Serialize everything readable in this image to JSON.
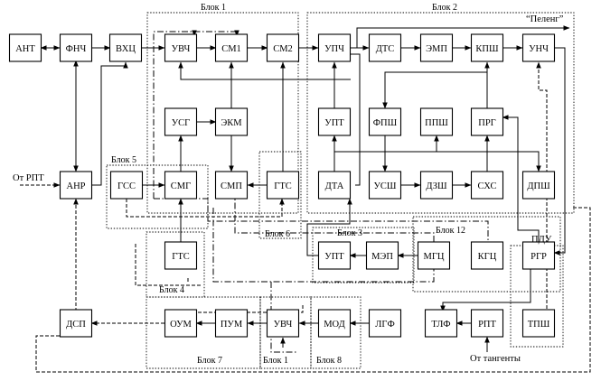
{
  "groups": [
    {
      "id": "b1",
      "label": "Блок 1"
    },
    {
      "id": "b2",
      "label": "Блок 2"
    },
    {
      "id": "b3",
      "label": "Блок 3"
    },
    {
      "id": "b4",
      "label": "Блок 4"
    },
    {
      "id": "b5",
      "label": "Блок 5"
    },
    {
      "id": "b6",
      "label": "Блок 6"
    },
    {
      "id": "b7",
      "label": "Блок 7"
    },
    {
      "id": "b1b",
      "label": "Блок 1"
    },
    {
      "id": "b8",
      "label": "Блок 8"
    },
    {
      "id": "b12",
      "label": "Блок 12"
    }
  ],
  "blocks": [
    {
      "id": "ant",
      "label": "АНТ"
    },
    {
      "id": "fnch",
      "label": "ФНЧ"
    },
    {
      "id": "vhc",
      "label": "ВХЦ"
    },
    {
      "id": "uvch1",
      "label": "УВЧ"
    },
    {
      "id": "sm1",
      "label": "СМ1"
    },
    {
      "id": "sm2",
      "label": "СМ2"
    },
    {
      "id": "upch",
      "label": "УПЧ"
    },
    {
      "id": "dts",
      "label": "ДТС"
    },
    {
      "id": "emp",
      "label": "ЭМП"
    },
    {
      "id": "kpsh",
      "label": "КПШ"
    },
    {
      "id": "unch",
      "label": "УНЧ"
    },
    {
      "id": "usg",
      "label": "УСГ"
    },
    {
      "id": "ekm",
      "label": "ЭКМ"
    },
    {
      "id": "upt2",
      "label": "УПТ"
    },
    {
      "id": "fpsh",
      "label": "ФПШ"
    },
    {
      "id": "ppsh",
      "label": "ППШ"
    },
    {
      "id": "prg",
      "label": "ПРГ"
    },
    {
      "id": "anr",
      "label": "АНР"
    },
    {
      "id": "gss",
      "label": "ГСС"
    },
    {
      "id": "smg",
      "label": "СМГ"
    },
    {
      "id": "smp",
      "label": "СМП"
    },
    {
      "id": "gts6",
      "label": "ГТС"
    },
    {
      "id": "dta",
      "label": "ДТА"
    },
    {
      "id": "ussh",
      "label": "УСШ"
    },
    {
      "id": "dzsh",
      "label": "ДЗШ"
    },
    {
      "id": "shs",
      "label": "СХС"
    },
    {
      "id": "dpsh",
      "label": "ДПШ"
    },
    {
      "id": "gts4",
      "label": "ГТС"
    },
    {
      "id": "upt3",
      "label": "УПТ"
    },
    {
      "id": "mep",
      "label": "МЭП"
    },
    {
      "id": "mgc",
      "label": "МГЦ"
    },
    {
      "id": "kgc",
      "label": "КГЦ"
    },
    {
      "id": "rgr",
      "label": "РГР"
    },
    {
      "id": "dsp",
      "label": "ДСП"
    },
    {
      "id": "oum",
      "label": "ОУМ"
    },
    {
      "id": "pum",
      "label": "ПУМ"
    },
    {
      "id": "uvch2",
      "label": "УВЧ"
    },
    {
      "id": "mod",
      "label": "МОД"
    },
    {
      "id": "lgf",
      "label": "ЛГФ"
    },
    {
      "id": "tlf",
      "label": "ТЛФ"
    },
    {
      "id": "rpt",
      "label": "РПТ"
    },
    {
      "id": "tpsh",
      "label": "ТПШ"
    }
  ],
  "texts": {
    "peleng": "“Пеленг”",
    "ot_rpt": "От РПТ",
    "pdu": "ПДУ",
    "ot_tangenty": "От тангенты"
  }
}
